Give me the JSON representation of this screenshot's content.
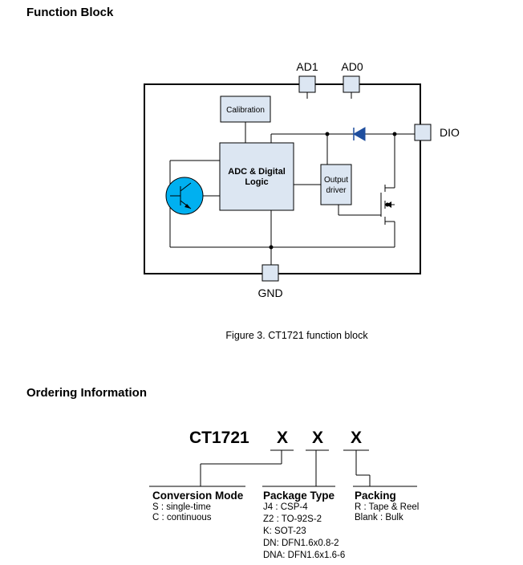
{
  "function_block": {
    "heading": "Function Block",
    "pins": {
      "ad1": "AD1",
      "ad0": "AD0",
      "dio": "DIO",
      "gnd": "GND"
    },
    "blocks": {
      "calibration": "Calibration",
      "adc_line1": "ADC & Digital",
      "adc_line2": "Logic",
      "output_line1": "Output",
      "output_line2": "driver"
    },
    "caption": "Figure 3. CT1721 function block",
    "colors": {
      "block_fill": "#dce6f2",
      "sensor_fill": "#00b0f0",
      "diode_fill": "#1f4e9e"
    }
  },
  "ordering": {
    "heading": "Ordering Information",
    "part_number": "CT1721",
    "placeholders": [
      "X",
      "X",
      "X"
    ],
    "conversion_mode": {
      "title": "Conversion Mode",
      "lines": [
        "S : single-time",
        "C : continuous"
      ]
    },
    "package_type": {
      "title": "Package Type",
      "lines": [
        "J4 :  CSP-4",
        "Z2 :  TO-92S-2",
        "K:   SOT-23",
        "DN:  DFN1.6x0.8-2",
        "DNA: DFN1.6x1.6-6"
      ]
    },
    "packing": {
      "title": "Packing",
      "lines": [
        "R : Tape & Reel",
        "Blank : Bulk"
      ]
    }
  }
}
